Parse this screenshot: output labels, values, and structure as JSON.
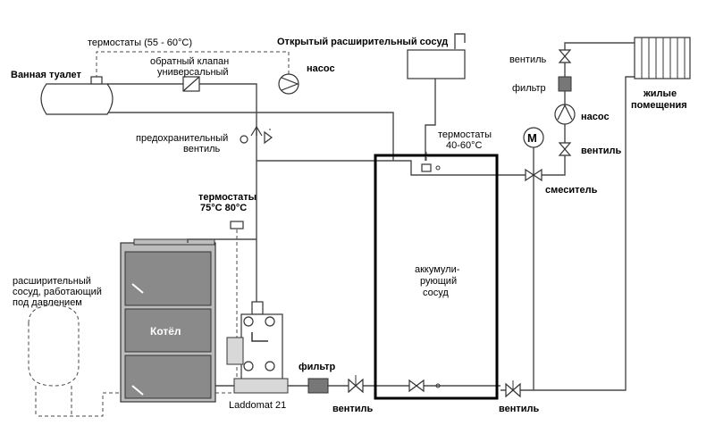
{
  "labels": {
    "bathroom": "Ванная туалет",
    "thermostats_top": "термостаты (55 - 60°С)",
    "check_valve_1": "обратный клапан",
    "check_valve_2": "универсальный",
    "pump_top": "насос",
    "open_tank": "Открытый расширительный сосуд",
    "valve_top_right": "вентиль",
    "filter_right": "фильтр",
    "pump_right": "насос",
    "living_1": "жилые",
    "living_2": "помещения",
    "safety_valve_1": "предохранительный",
    "safety_valve_2": "вентиль",
    "thermostats_acc_1": "термостаты",
    "thermostats_acc_2": "40-60°С",
    "motor": "M",
    "valve_right_mid": "вентиль",
    "mixer": "смеситель",
    "thermostats_boiler_1": "термостаты",
    "thermostats_boiler_2": "75°С 80°С",
    "pressure_tank_1": "расширительный",
    "pressure_tank_2": "сосуд, работающий",
    "pressure_tank_3": "под давлением",
    "accumulator_1": "аккумули-",
    "accumulator_2": "рующий",
    "accumulator_3": "сосуд",
    "boiler": "Котёл",
    "filter_bottom": "фильтр",
    "laddomat": "Laddomat 21",
    "valve_bottom_1": "вентиль",
    "valve_bottom_2": "вентиль"
  },
  "colors": {
    "pipe": "#4a4a4a",
    "boiler_panel": "#bdbdbd",
    "boiler_face": "#8a8a8a",
    "accumulator_border": "#000000",
    "filter_fill": "#777777"
  }
}
